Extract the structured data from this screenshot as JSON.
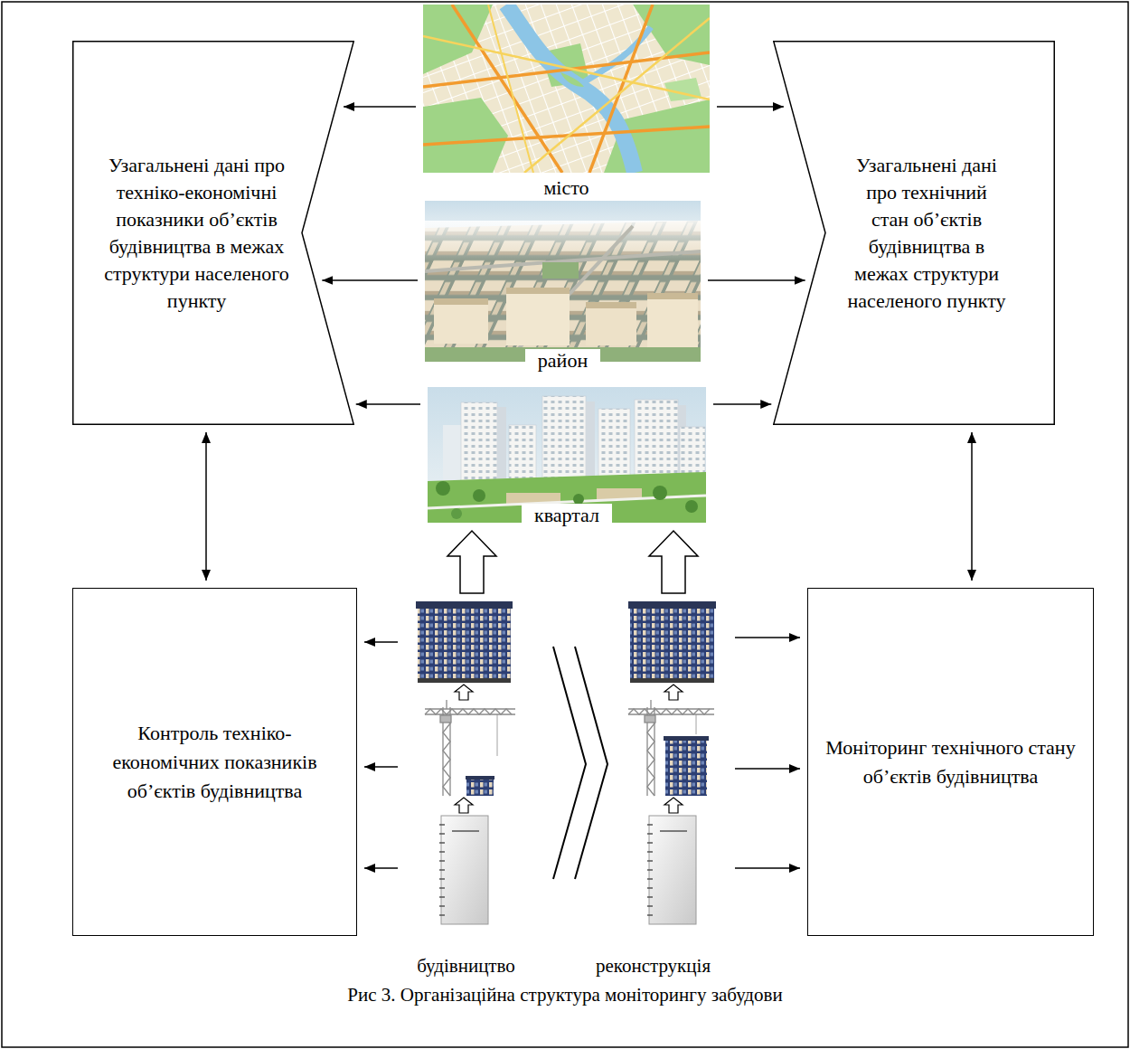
{
  "diagram": {
    "caption": "Рис 3. Організаційна структура моніторингу забудови",
    "nodes": [
      {
        "text": [
          "Узагальнені дані про техніко-економічні показники об’єктів будівництва в межах структури населеного пункту"
        ]
      },
      {
        "text": [
          "місто"
        ]
      },
      {
        "text": [
          "район"
        ]
      },
      {
        "text": [
          "квартал"
        ]
      },
      {
        "text": [
          "Узагальнені дані про технічний стан об’єктів будівництва в межах структури населеного пункту"
        ]
      },
      {
        "text": [
          "Контроль техніко-економічних показників об’єктів будівництва"
        ]
      },
      {
        "text": [
          "будівництво"
        ]
      },
      {
        "text": [
          "реконструкція"
        ]
      },
      {
        "text": [
          "Моніторинг технічного стану об’єктів будівництва"
        ]
      }
    ],
    "edges": [
      {
        "from": 1,
        "to": 0,
        "arrow": "to"
      },
      {
        "from": 2,
        "to": 0,
        "arrow": "to"
      },
      {
        "from": 3,
        "to": 0,
        "arrow": "to"
      },
      {
        "from": 1,
        "to": 4,
        "arrow": "to"
      },
      {
        "from": 2,
        "to": 4,
        "arrow": "to"
      },
      {
        "from": 3,
        "to": 4,
        "arrow": "to"
      },
      {
        "from": 0,
        "to": 5,
        "arrow": "both"
      },
      {
        "from": 4,
        "to": 8,
        "arrow": "both"
      },
      {
        "from": 6,
        "to": 3,
        "arrow": "to"
      },
      {
        "from": 7,
        "to": 3,
        "arrow": "to"
      },
      {
        "from": 6,
        "to": 5,
        "arrow": "to"
      },
      {
        "from": 6,
        "to": 5,
        "arrow": "to"
      },
      {
        "from": 6,
        "to": 5,
        "arrow": "to"
      },
      {
        "from": 7,
        "to": 8,
        "arrow": "to"
      },
      {
        "from": 7,
        "to": 8,
        "arrow": "to"
      },
      {
        "from": 7,
        "to": 8,
        "arrow": "to"
      }
    ]
  }
}
